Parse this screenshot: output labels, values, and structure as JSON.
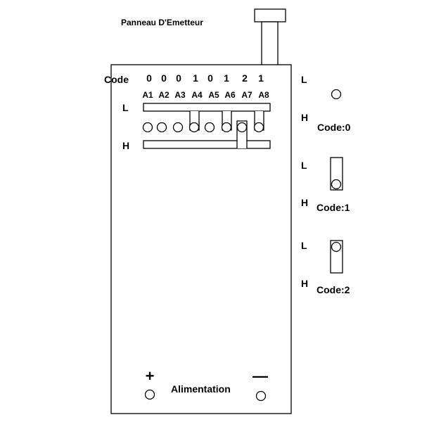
{
  "title": "Panneau D'Emetteur",
  "code_label": "Code",
  "code_digits": [
    "0",
    "0",
    "0",
    "1",
    "0",
    "1",
    "2",
    "1"
  ],
  "pins": [
    "A1",
    "A2",
    "A3",
    "A4",
    "A5",
    "A6",
    "A7",
    "A8"
  ],
  "rail_low": "L",
  "rail_high": "H",
  "legend": [
    {
      "low": "L",
      "high": "H",
      "code": "Code:0"
    },
    {
      "low": "L",
      "high": "H",
      "code": "Code:1"
    },
    {
      "low": "L",
      "high": "H",
      "code": "Code:2"
    }
  ],
  "power": {
    "plus": "+",
    "minus": "—",
    "label": "Alimentation"
  }
}
